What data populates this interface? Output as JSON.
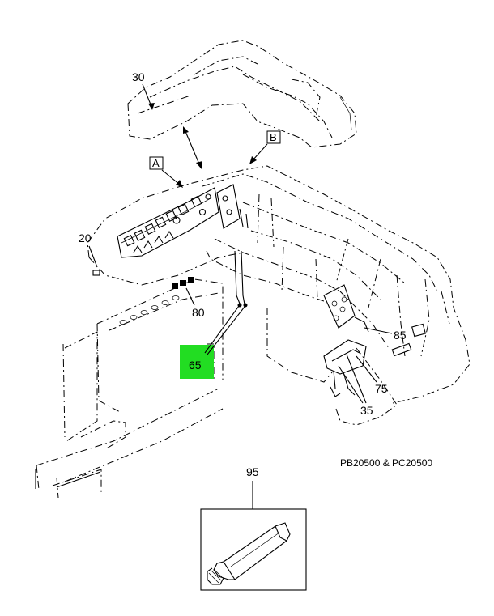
{
  "callouts": {
    "c30": "30",
    "c20": "20",
    "c80": "80",
    "c65": "65",
    "c85": "85",
    "c75": "75",
    "c35": "35",
    "c95": "95"
  },
  "view_labels": {
    "a": "A",
    "b": "B"
  },
  "model_text": "PB20500 & PC20500",
  "colors": {
    "highlight": "#22dd22",
    "line": "#000000"
  }
}
